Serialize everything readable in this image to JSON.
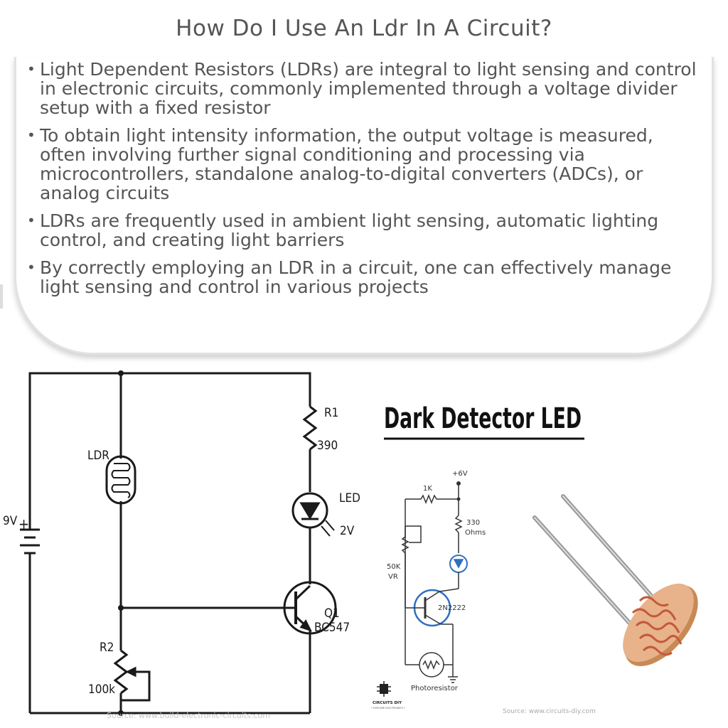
{
  "title": "How Do I Use An Ldr In A Circuit?",
  "bullets": [
    "Light Dependent Resistors (LDRs) are integral to light sensing and control in electronic circuits, commonly implemented through a voltage divider setup with a fixed resistor",
    "To obtain light intensity information, the output voltage is measured, often involving further signal conditioning and processing via microcontrollers, standalone analog-to-digital converters (ADCs), or analog circuits",
    "LDRs are frequently used in ambient light sensing, automatic lighting control, and creating light barriers",
    "By correctly employing an LDR in a circuit, one can effectively manage light sensing and control in various projects"
  ],
  "circuit_left": {
    "battery": "9V",
    "battery_plus": "+",
    "ldr": "LDR",
    "r1": "R1",
    "r1_value": "390",
    "led": "LED",
    "led_value": "2V",
    "q1": "Q1",
    "q1_model": "BC547",
    "r2": "R2",
    "r2_value": "100k",
    "watermark": "Source: www.build-electronic-circuits.com"
  },
  "circuit_right": {
    "heading": "Dark Detector LED",
    "supply": "+6V",
    "r_top": "1K",
    "r_led_value": "330",
    "r_led_unit": "Ohms",
    "vr_value": "50K",
    "vr_label": "VR",
    "transistor": "2N2222",
    "sensor": "Photoresistor",
    "logo_text": "CIRCUITS DIY",
    "logo_sub": "• EXPLORE ELECTRONICS •",
    "source": "Source: www.circuits-diy.com"
  },
  "colors": {
    "text": "#555555",
    "card_border": "#e2e2e2",
    "circuit": "#1a1a1a",
    "ldr_body": "#e2a678",
    "ldr_trace": "#c25a3a",
    "led_blue": "#2f6fc0",
    "transistor_blue": "#2f6fc0"
  }
}
